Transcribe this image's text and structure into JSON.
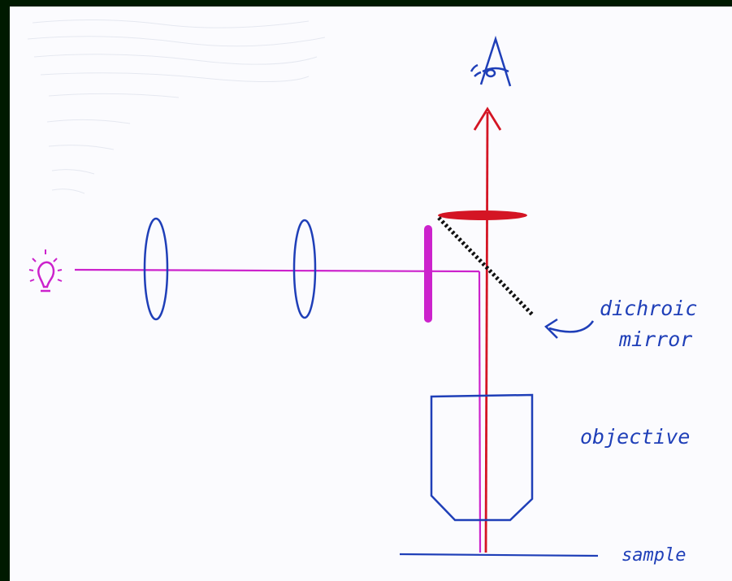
{
  "diagram": {
    "labels": {
      "dichroic_line1": "dichroic",
      "dichroic_line2": "mirror",
      "objective": "objective",
      "sample": "sample"
    },
    "colors": {
      "background_frame": "#001a00",
      "paper": "#fbfbfe",
      "ink_blue": "#1f3fb8",
      "excitation_magenta": "#cc22cc",
      "emission_red": "#d41524",
      "mirror_black": "#111111"
    },
    "icons": [
      "light-source-icon",
      "eye-icon"
    ]
  }
}
